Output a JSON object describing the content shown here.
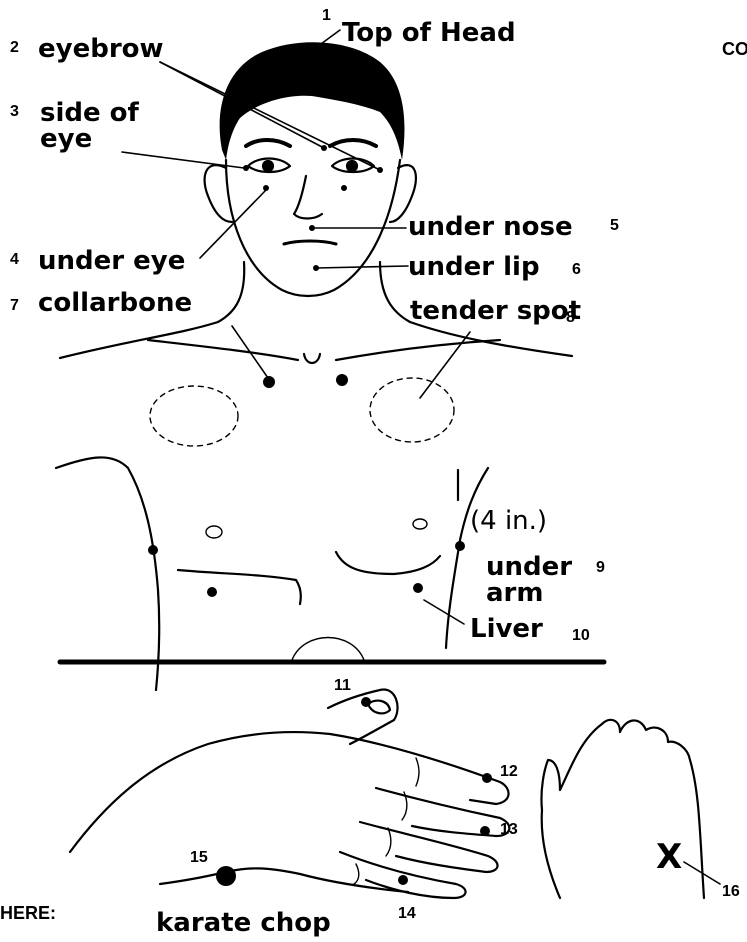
{
  "points": [
    {
      "num": "1",
      "label": "Top of Head"
    },
    {
      "num": "2",
      "label": "eyebrow"
    },
    {
      "num": "3",
      "label_line1": "side of",
      "label_line2": "eye"
    },
    {
      "num": "4",
      "label": "under eye"
    },
    {
      "num": "5",
      "label": "under nose"
    },
    {
      "num": "6",
      "label": "under lip"
    },
    {
      "num": "7",
      "label": "collarbone"
    },
    {
      "num": "8",
      "label": "tender spot"
    },
    {
      "num": "9",
      "label_line1": "under",
      "label_line2": "arm",
      "note": "(4 in.)"
    },
    {
      "num": "10",
      "label": "Liver"
    },
    {
      "num": "11"
    },
    {
      "num": "12"
    },
    {
      "num": "13"
    },
    {
      "num": "14"
    },
    {
      "num": "15",
      "label": "karate chop"
    },
    {
      "num": "16",
      "mark": "X"
    }
  ],
  "edge_text": {
    "top_right": "CO",
    "bottom_left": "HERE:"
  }
}
